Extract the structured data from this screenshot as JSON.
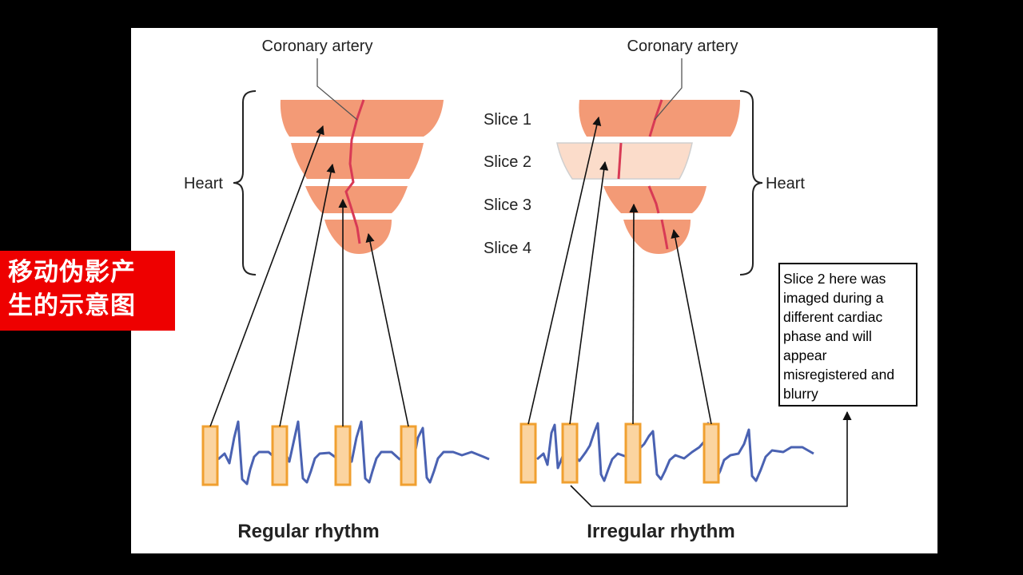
{
  "diagram": {
    "overlay_title": [
      "移动伪影产",
      "生的示意图"
    ],
    "left": {
      "artery_label": "Coronary artery",
      "heart_label": "Heart",
      "rhythm_label": "Regular rhythm"
    },
    "right": {
      "artery_label": "Coronary artery",
      "heart_label": "Heart",
      "rhythm_label": "Irregular rhythm"
    },
    "slice_labels": [
      "Slice 1",
      "Slice 2",
      "Slice 3",
      "Slice 4"
    ],
    "note_lines": [
      "Slice 2 here was",
      "imaged during a",
      "different cardiac",
      "phase and will",
      "appear",
      "misregistered and",
      "blurry"
    ],
    "colors": {
      "heart": "#f39a76",
      "heart_faded": "#fbdcca",
      "heart_outline": "#8b3f2c",
      "artery": "#d83a55",
      "ecg": "#4a62b2",
      "gate_fill": "#fbd4a0",
      "gate_stroke": "#f0a030",
      "overlay_bg": "#ee0000"
    }
  }
}
